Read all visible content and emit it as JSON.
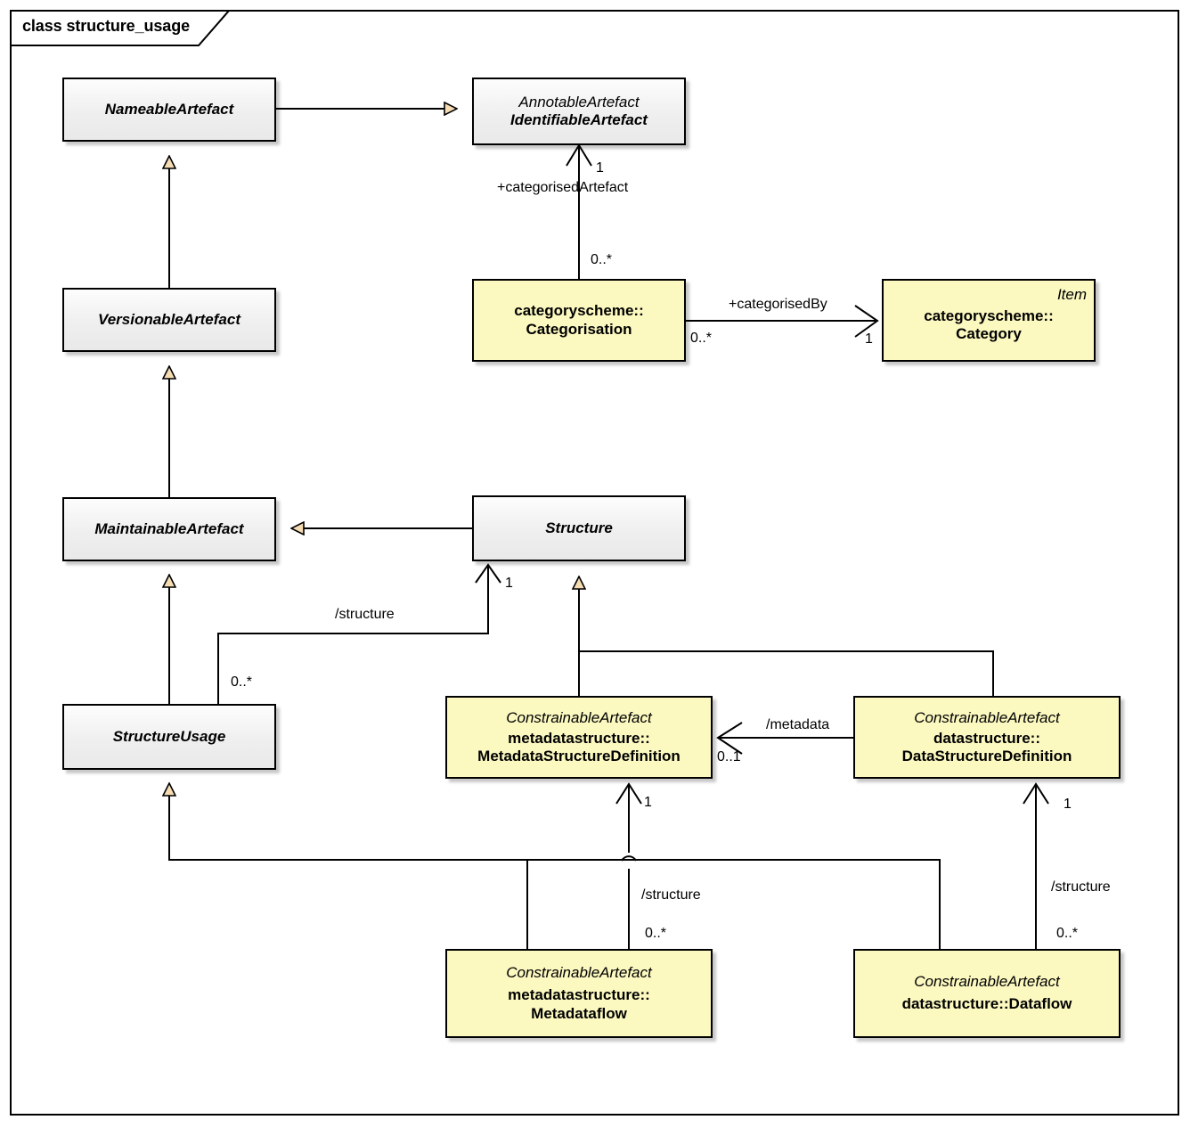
{
  "frame": {
    "title": "class structure_usage"
  },
  "colors": {
    "yellow_fill": "#fbf8c0",
    "gray_fill": "#efefef",
    "line": "#000000",
    "generalization_arrow_fill": "#f5dcb3"
  },
  "classes": [
    {
      "id": "nameable",
      "stereotype": "",
      "name": "NameableArtefact",
      "abstract": true,
      "fill": "gray"
    },
    {
      "id": "annotable",
      "stereotype": "AnnotableArtefact",
      "name": "IdentifiableArtefact",
      "abstract": true,
      "fill": "gray"
    },
    {
      "id": "versionable",
      "stereotype": "",
      "name": "VersionableArtefact",
      "abstract": true,
      "fill": "gray"
    },
    {
      "id": "categorisation",
      "stereotype": "",
      "name": "categoryscheme::\nCategorisation",
      "abstract": false,
      "fill": "yellow"
    },
    {
      "id": "category",
      "stereotype": "Item",
      "name": "categoryscheme::\nCategory",
      "abstract": false,
      "fill": "yellow"
    },
    {
      "id": "maintainable",
      "stereotype": "",
      "name": "MaintainableArtefact",
      "abstract": true,
      "fill": "gray"
    },
    {
      "id": "structure",
      "stereotype": "",
      "name": "Structure",
      "abstract": true,
      "fill": "gray"
    },
    {
      "id": "structureusage",
      "stereotype": "",
      "name": "StructureUsage",
      "abstract": true,
      "fill": "gray"
    },
    {
      "id": "msd",
      "stereotype": "ConstrainableArtefact",
      "name": "metadatastructure::\nMetadataStructureDefinition",
      "abstract": false,
      "fill": "yellow"
    },
    {
      "id": "dsd",
      "stereotype": "ConstrainableArtefact",
      "name": "datastructure::\nDataStructureDefinition",
      "abstract": false,
      "fill": "yellow"
    },
    {
      "id": "metadataflow",
      "stereotype": "ConstrainableArtefact",
      "name": "metadatastructure::\nMetadataflow",
      "abstract": false,
      "fill": "yellow"
    },
    {
      "id": "dataflow",
      "stereotype": "ConstrainableArtefact",
      "name": "datastructure::Dataflow",
      "abstract": false,
      "fill": "yellow"
    }
  ],
  "class_text": {
    "nameable": {
      "stereotype": "",
      "name": "NameableArtefact"
    },
    "annotable": {
      "stereotype": "AnnotableArtefact",
      "name": "IdentifiableArtefact"
    },
    "versionable": {
      "stereotype": "",
      "name": "VersionableArtefact"
    },
    "categorisation": {
      "stereotype": "",
      "line1": "categoryscheme::",
      "line2": "Categorisation"
    },
    "category": {
      "stereotype": "Item",
      "line1": "categoryscheme::",
      "line2": "Category"
    },
    "maintainable": {
      "stereotype": "",
      "name": "MaintainableArtefact"
    },
    "structure": {
      "stereotype": "",
      "name": "Structure"
    },
    "structureusage": {
      "stereotype": "",
      "name": "StructureUsage"
    },
    "msd": {
      "stereotype": "ConstrainableArtefact",
      "line1": "metadatastructure::",
      "line2": "MetadataStructureDefinition"
    },
    "dsd": {
      "stereotype": "ConstrainableArtefact",
      "line1": "datastructure::",
      "line2": "DataStructureDefinition"
    },
    "metadataflow": {
      "stereotype": "ConstrainableArtefact",
      "line1": "metadatastructure::",
      "line2": "Metadataflow"
    },
    "dataflow": {
      "stereotype": "ConstrainableArtefact",
      "line1": "datastructure::Dataflow",
      "line2": ""
    }
  },
  "edge_labels": {
    "categorised_artefact_role": "+categorisedArtefact",
    "categorised_artefact_mult": "1",
    "categorisation_mult": "0..*",
    "categorised_by_role": "+categorisedBy",
    "categorisation_src_mult": "0..*",
    "category_mult": "1",
    "structure_usage_structure_role": "/structure",
    "structure_usage_structure_mult_target": "1",
    "structure_usage_structure_mult_source": "0..*",
    "metadata_role": "/metadata",
    "metadata_mult": "0..1",
    "metadataflow_structure_role": "/structure",
    "metadataflow_structure_mult_target": "1",
    "metadataflow_structure_mult_source": "0..*",
    "dataflow_structure_role": "/structure",
    "dataflow_structure_mult_target": "1",
    "dataflow_structure_mult_source": "0..*"
  },
  "relationships": [
    {
      "type": "generalization",
      "from": "nameable",
      "to": "annotable"
    },
    {
      "type": "generalization",
      "from": "versionable",
      "to": "nameable"
    },
    {
      "type": "generalization",
      "from": "maintainable",
      "to": "versionable"
    },
    {
      "type": "generalization",
      "from": "structure",
      "to": "maintainable"
    },
    {
      "type": "generalization",
      "from": "structureusage",
      "to": "maintainable"
    },
    {
      "type": "generalization",
      "from": "msd",
      "to": "structure"
    },
    {
      "type": "generalization",
      "from": "dsd",
      "to": "structure"
    },
    {
      "type": "generalization",
      "from": "metadataflow",
      "to": "structureusage"
    },
    {
      "type": "generalization",
      "from": "dataflow",
      "to": "structureusage"
    },
    {
      "type": "association",
      "from": "categorisation",
      "to": "annotable",
      "role": "+categorisedArtefact",
      "source_mult": "0..*",
      "target_mult": "1"
    },
    {
      "type": "association",
      "from": "categorisation",
      "to": "category",
      "role": "+categorisedBy",
      "source_mult": "0..*",
      "target_mult": "1"
    },
    {
      "type": "association",
      "from": "structureusage",
      "to": "structure",
      "role": "/structure",
      "source_mult": "0..*",
      "target_mult": "1"
    },
    {
      "type": "association",
      "from": "dsd",
      "to": "msd",
      "role": "/metadata",
      "target_mult": "0..1"
    },
    {
      "type": "association",
      "from": "metadataflow",
      "to": "msd",
      "role": "/structure",
      "source_mult": "0..*",
      "target_mult": "1"
    },
    {
      "type": "association",
      "from": "dataflow",
      "to": "dsd",
      "role": "/structure",
      "source_mult": "0..*",
      "target_mult": "1"
    }
  ]
}
